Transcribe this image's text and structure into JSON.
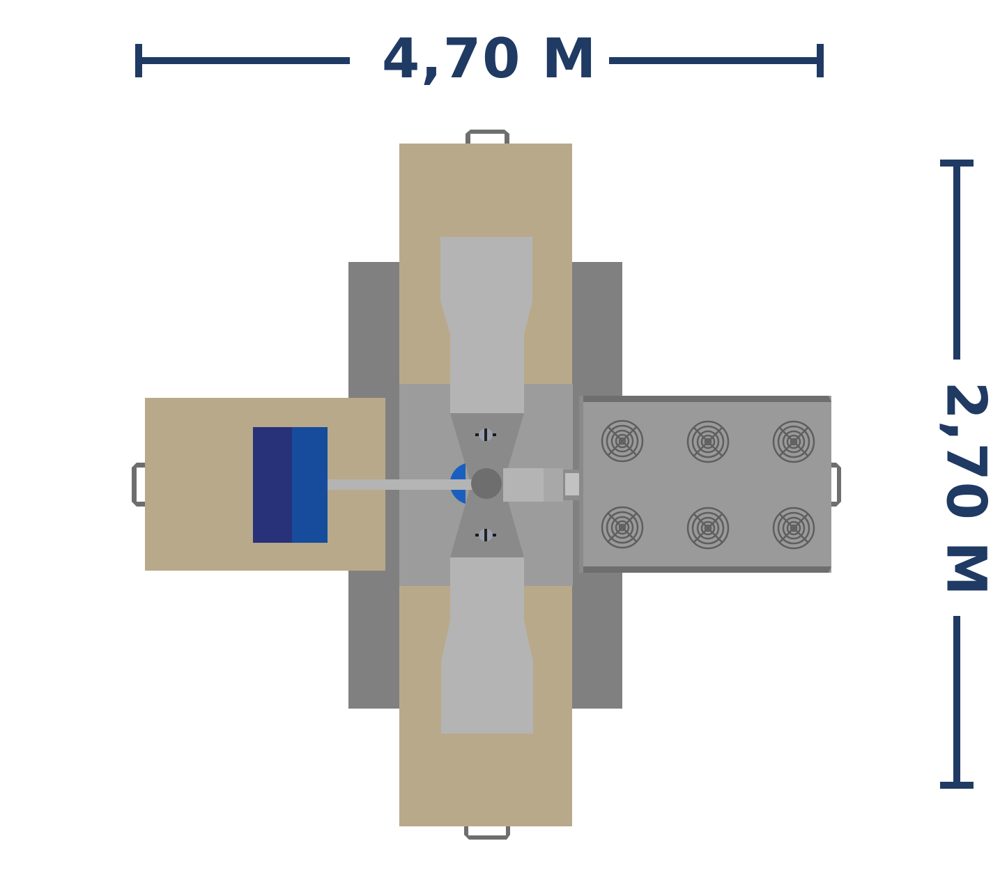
{
  "dimensions": {
    "width_label": "4,70 M",
    "height_label": "2,70 M",
    "line_color": "#1f3a63"
  },
  "colors": {
    "tan_panel": "#b8a98a",
    "frame_dark": "#808080",
    "base_mid": "#9c9c9c",
    "part_light": "#b4b4b4",
    "core_gray": "#8a8a8a",
    "handle": "#6e6e6e",
    "blue_dark": "#283278",
    "blue_light": "#174c9c",
    "fan_panel": "#9a9a9a",
    "fan_grill": "#5e5e5e"
  },
  "components": {
    "top_tray": "tan panel with jaw",
    "bottom_tray": "tan panel with jaw",
    "left_tray": "tan panel with blue unit",
    "right_unit": "fan module",
    "fan_count": 6
  }
}
